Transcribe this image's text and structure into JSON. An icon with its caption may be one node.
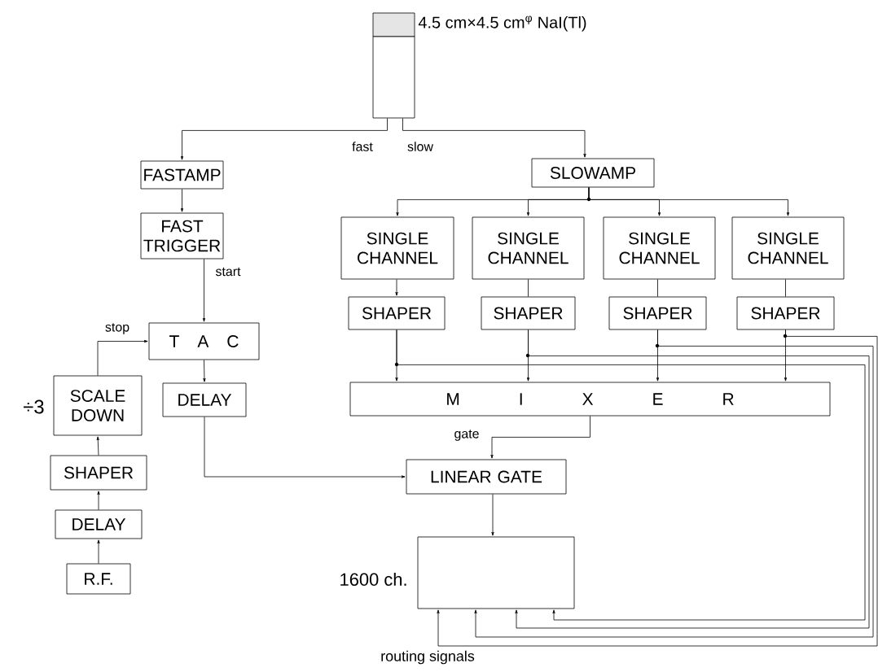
{
  "diagram": {
    "nodes": [
      {
        "text": [],
        "shape": "box",
        "beside": [
          "4.5 cm×4.5 cm$^{φ}$ NaI(Tl)"
        ]
      },
      {
        "text": [],
        "shape": "box"
      },
      {
        "text": [
          "FASTAMP"
        ]
      },
      {
        "text": [
          "SLOWAMP"
        ]
      },
      {
        "text": [
          "FAST TRIGGER"
        ]
      },
      {
        "text": [
          "SINGLE CHANNEL"
        ]
      },
      {
        "text": [
          "SINGLE CHANNEL"
        ]
      },
      {
        "text": [
          "SINGLE CHANNEL"
        ]
      },
      {
        "text": [
          "SINGLE CHANNEL"
        ]
      },
      {
        "text": [
          "SHAPER"
        ]
      },
      {
        "text": [
          "SHAPER"
        ]
      },
      {
        "text": [
          "SHAPER"
        ]
      },
      {
        "text": [
          "SHAPER"
        ]
      },
      {
        "text": [
          "T A C"
        ]
      },
      {
        "text": [
          "SCALE DOWN"
        ],
        "beside": [
          "÷3"
        ]
      },
      {
        "text": [
          "DELAY"
        ]
      },
      {
        "text": [
          "M I X E R"
        ]
      },
      {
        "text": [
          "SHAPER"
        ]
      },
      {
        "text": [
          "LINEAR GATE"
        ]
      },
      {
        "text": [
          "DELAY"
        ]
      },
      {
        "text": [
          "R.F."
        ]
      },
      {
        "text": [],
        "shape": "box",
        "beside": [
          "1600 ch."
        ]
      }
    ],
    "edges": [
      {
        "from": 1,
        "to": 2,
        "arrow": "to",
        "label": "fast"
      },
      {
        "from": 1,
        "to": 3,
        "arrow": "to",
        "label": "slow"
      },
      {
        "from": 2,
        "to": 4,
        "arrow": "to"
      },
      {
        "from": 4,
        "to": 13,
        "arrow": "to",
        "label": "start"
      },
      {
        "from": 3,
        "to": 5,
        "arrow": "to"
      },
      {
        "from": 3,
        "to": 6,
        "arrow": "to"
      },
      {
        "from": 3,
        "to": 7,
        "arrow": "to"
      },
      {
        "from": 3,
        "to": 8,
        "arrow": "to"
      },
      {
        "from": 5,
        "to": 9,
        "arrow": "to"
      },
      {
        "from": 6,
        "to": 10,
        "arrow": "none"
      },
      {
        "from": 7,
        "to": 11,
        "arrow": "none"
      },
      {
        "from": 8,
        "to": 12,
        "arrow": "none"
      },
      {
        "from": 9,
        "to": 16,
        "arrow": "to"
      },
      {
        "from": 10,
        "to": 16,
        "arrow": "to"
      },
      {
        "from": 11,
        "to": 16,
        "arrow": "to"
      },
      {
        "from": 12,
        "to": 16,
        "arrow": "to"
      },
      {
        "from": 9,
        "to": 21,
        "arrow": "to"
      },
      {
        "from": 10,
        "to": 21,
        "arrow": "to"
      },
      {
        "from": 11,
        "to": 21,
        "arrow": "to"
      },
      {
        "from": 12,
        "to": 21,
        "arrow": "to"
      },
      {
        "from": 16,
        "to": 18,
        "arrow": "to",
        "label": "gate"
      },
      {
        "from": 13,
        "to": 15,
        "arrow": "to"
      },
      {
        "from": 15,
        "to": 18,
        "arrow": "to"
      },
      {
        "from": 18,
        "to": 21,
        "arrow": "to"
      },
      {
        "from": 20,
        "to": 19,
        "arrow": "to"
      },
      {
        "from": 19,
        "to": 17,
        "arrow": "to"
      },
      {
        "from": 17,
        "to": 14,
        "arrow": "to"
      },
      {
        "from": 14,
        "to": 13,
        "arrow": "to",
        "label": "stop"
      }
    ],
    "labels": [
      "routing signals"
    ]
  }
}
